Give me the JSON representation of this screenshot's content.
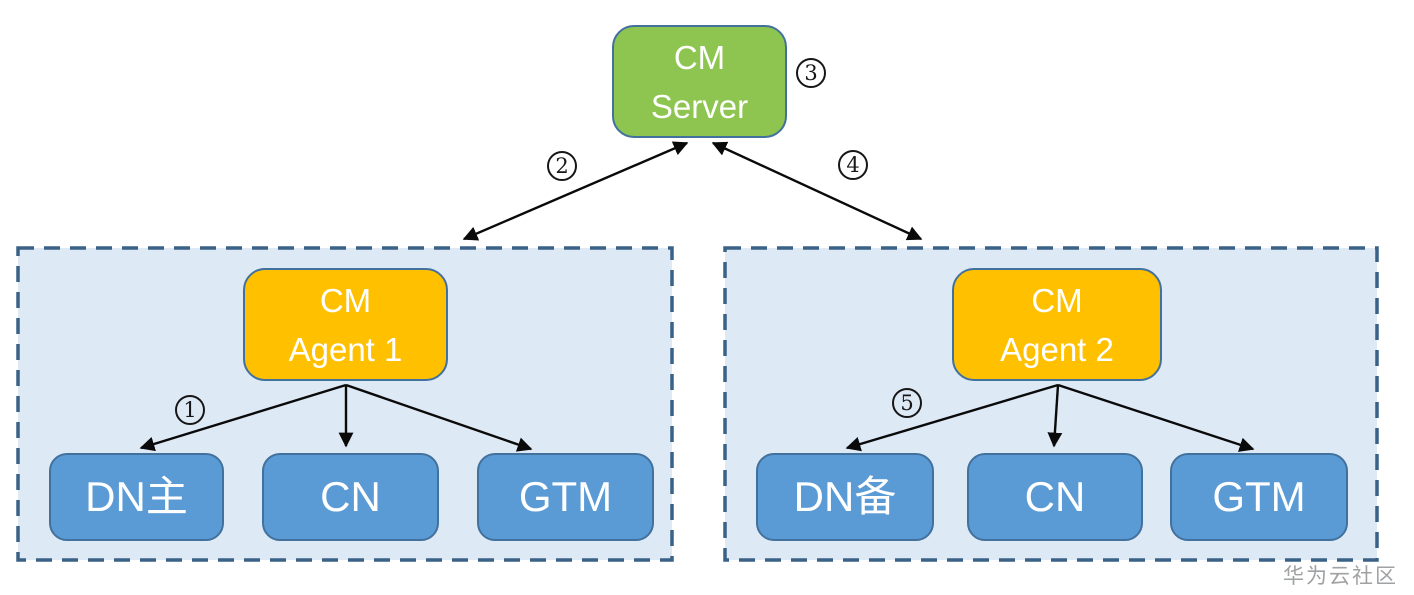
{
  "server": {
    "line1": "CM",
    "line2": "Server"
  },
  "clusters": [
    {
      "agent": {
        "line1": "CM",
        "line2": "Agent 1"
      },
      "nodes": [
        "DN主",
        "CN",
        "GTM"
      ]
    },
    {
      "agent": {
        "line1": "CM",
        "line2": "Agent 2"
      },
      "nodes": [
        "DN备",
        "CN",
        "GTM"
      ]
    }
  ],
  "steps": [
    "1",
    "2",
    "3",
    "4",
    "5"
  ],
  "watermark": "华为云社区",
  "colors": {
    "server_fill": "#8DC550",
    "agent_fill": "#FFC000",
    "node_fill": "#5B9BD5",
    "box_border": "#41719C",
    "cluster_fill": "#DEE9F6",
    "cluster_border": "#3A6186",
    "arrow": "#0A0A0A",
    "text": "#FFFFFF",
    "watermark_gray": "#8F9193"
  }
}
